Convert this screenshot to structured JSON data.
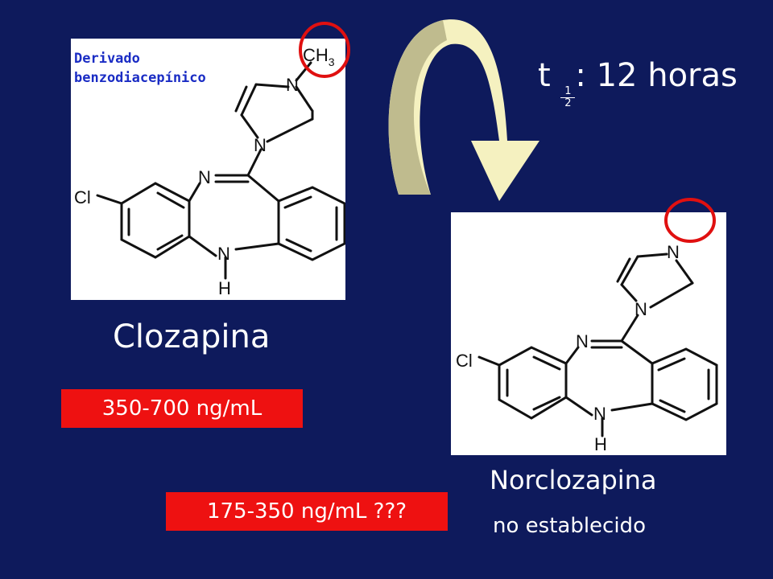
{
  "left_panel": {
    "annotation_line1": "Derivado",
    "annotation_line2": "benzodiacepínico",
    "compound_name": "Clozapina",
    "range": "350-700 ng/mL",
    "atoms": {
      "ch3": "CH",
      "ch3_sub": "3",
      "n1": "N",
      "n2": "N",
      "n3": "N",
      "n4": "N",
      "h": "H",
      "cl": "Cl"
    }
  },
  "right_panel": {
    "compound_name": "Norclozapina",
    "status": "no establecido",
    "range": "175-350 ng/mL ???",
    "atoms": {
      "n1": "N",
      "n2": "N",
      "n3": "N",
      "n4": "N",
      "h": "H",
      "cl": "Cl"
    }
  },
  "half_life": {
    "t": "t",
    "frac_num": "1",
    "frac_den": "2",
    "value": ": 12 horas"
  },
  "colors": {
    "background": "#0e1a5c",
    "highlight_circle": "#e01010",
    "arrow_fill": "#f5f1c0",
    "arrow_shadow": "#bfbb8e",
    "label_box": "#ee1111"
  }
}
